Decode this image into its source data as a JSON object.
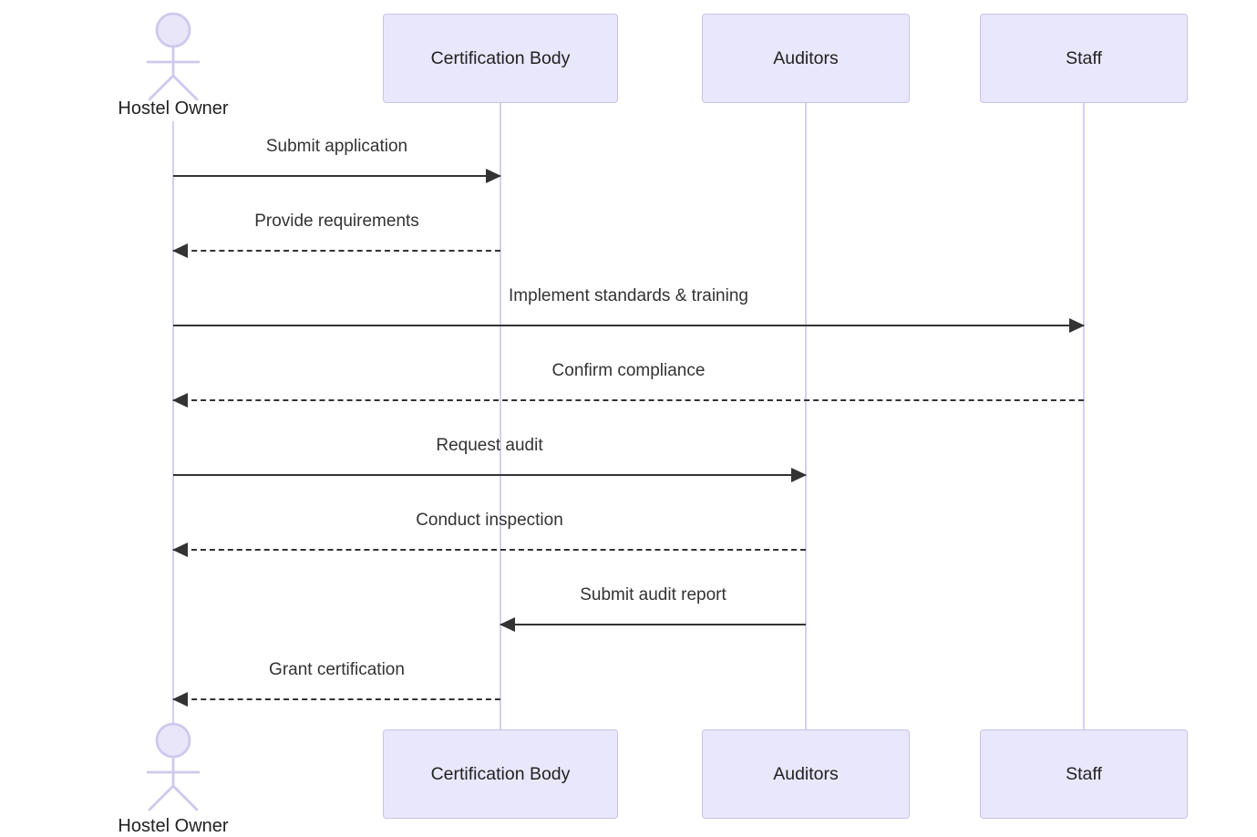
{
  "diagram": {
    "type": "sequence",
    "tool_style": "mermaid-sequence-diagram"
  },
  "participants": [
    {
      "name": "Hostel Owner",
      "kind": "actor"
    },
    {
      "name": "Certification Body",
      "kind": "participant"
    },
    {
      "name": "Auditors",
      "kind": "participant"
    },
    {
      "name": "Staff",
      "kind": "participant"
    }
  ],
  "messages": [
    {
      "from": "Hostel Owner",
      "to": "Certification Body",
      "text": "Submit application",
      "line": "solid",
      "arrow": "filled",
      "direction": "right"
    },
    {
      "from": "Certification Body",
      "to": "Hostel Owner",
      "text": "Provide requirements",
      "line": "dashed",
      "arrow": "filled",
      "direction": "left"
    },
    {
      "from": "Hostel Owner",
      "to": "Staff",
      "text": "Implement standards & training",
      "line": "solid",
      "arrow": "filled",
      "direction": "right"
    },
    {
      "from": "Staff",
      "to": "Hostel Owner",
      "text": "Confirm compliance",
      "line": "dashed",
      "arrow": "filled",
      "direction": "left"
    },
    {
      "from": "Hostel Owner",
      "to": "Auditors",
      "text": "Request audit",
      "line": "solid",
      "arrow": "filled",
      "direction": "right"
    },
    {
      "from": "Auditors",
      "to": "Hostel Owner",
      "text": "Conduct inspection",
      "line": "dashed",
      "arrow": "filled",
      "direction": "left"
    },
    {
      "from": "Auditors",
      "to": "Certification Body",
      "text": "Submit audit report",
      "line": "solid",
      "arrow": "filled",
      "direction": "left"
    },
    {
      "from": "Certification Body",
      "to": "Hostel Owner",
      "text": "Grant certification",
      "line": "dashed",
      "arrow": "filled",
      "direction": "left"
    }
  ],
  "colors": {
    "background": "#FFFFFF",
    "participant_fill": "#E9E7FC",
    "participant_border": "#C8C2EA",
    "lifeline": "#D5CFF0",
    "actor_figure": "#CFC8EE",
    "message_line": "#333333",
    "text": "#333333"
  }
}
